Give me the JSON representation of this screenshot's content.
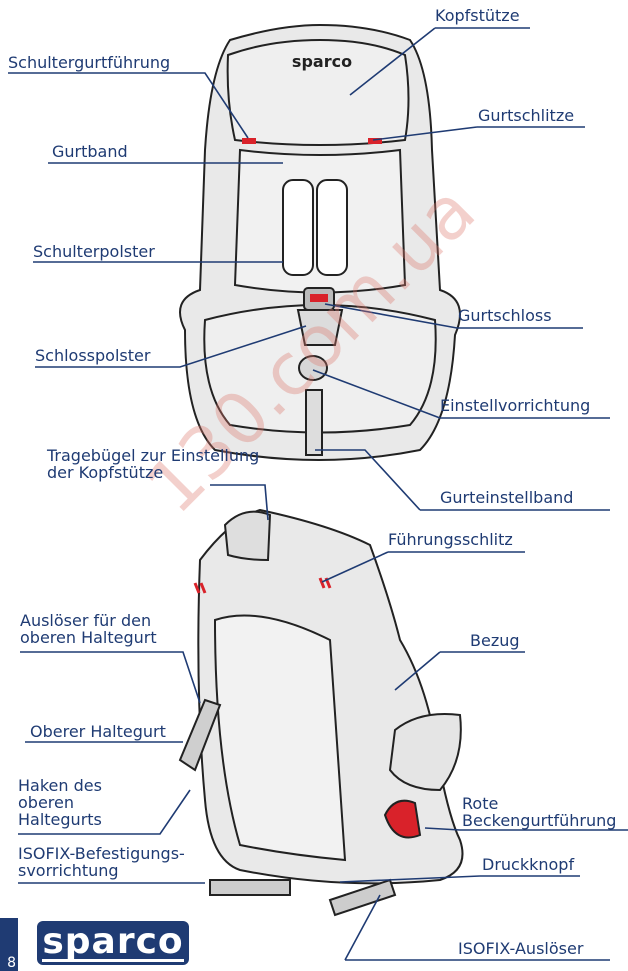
{
  "page_number": "8",
  "logo_text": "sparco",
  "watermark": "130.com.ua",
  "colors": {
    "label_text": "#1f3b73",
    "leader_line": "#1f3b73",
    "seat_fill": "#e9e9e9",
    "outline": "#222222",
    "accent_red": "#d9222a"
  },
  "labels": {
    "kopfstuetze": "Kopfstütze",
    "schultergurtfuehrung": "Schultergurtführung",
    "gurtschlitze": "Gurtschlitze",
    "gurtband": "Gurtband",
    "schulterpolster": "Schulterpolster",
    "gurtschloss": "Gurtschloss",
    "schlosspolster": "Schlosspolster",
    "einstellvorrichtung": "Einstellvorrichtung",
    "tragebuegel": "Tragebügel zur Einstellung\nder Kopfstütze",
    "gurteinstellband": "Gurteinstellband",
    "fuehrungsschlitz": "Führungsschlitz",
    "ausloeser_haltegurt": "Auslöser für den\noberen Haltegurt",
    "bezug": "Bezug",
    "oberer_haltegurt": "Oberer Haltegurt",
    "haken": "Haken des\noberen\nHaltegurts",
    "rote_beckengurt": "Rote\nBeckengurtführung",
    "isofix_befestigung": "ISOFIX-Befestigungs-\nsvorrichtung",
    "druckknopf": "Druckknopf",
    "isofix_ausloeser": "ISOFIX-Auslöser"
  },
  "seat_logo": "sparco"
}
